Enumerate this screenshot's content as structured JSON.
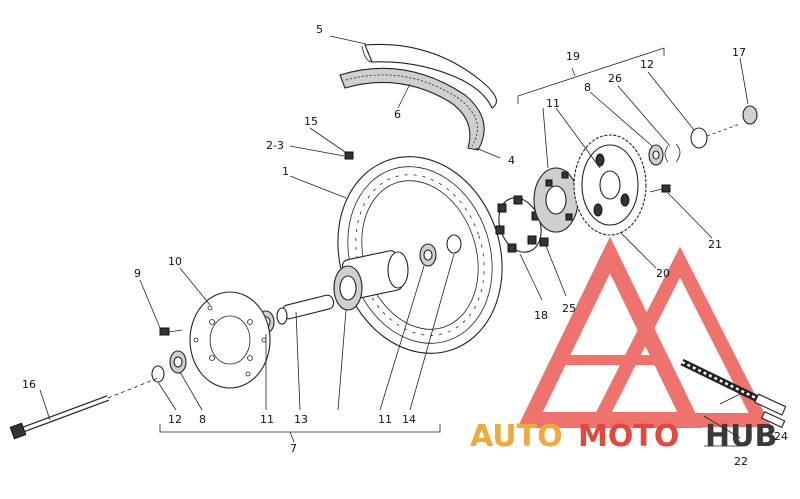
{
  "callouts": {
    "n1": "1",
    "n2_3": "2-3",
    "n4": "4",
    "n5": "5",
    "n6": "6",
    "n7": "7",
    "n8a": "8",
    "n8b": "8",
    "n9": "9",
    "n10": "10",
    "n11a": "11",
    "n11b": "11",
    "n11c": "11",
    "n12a": "12",
    "n12b": "12",
    "n13": "13",
    "n14": "14",
    "n15": "15",
    "n16": "16",
    "n17": "17",
    "n18": "18",
    "n19": "19",
    "n20": "20",
    "n21": "21",
    "n22": "22",
    "n24": "24",
    "n25": "25",
    "n26": "26"
  },
  "watermark": {
    "auto": "AUTO",
    "moto": "MOTO",
    "hub": "HUB",
    "color_auto": "#f2a93b",
    "color_moto": "#e8453c",
    "color_hub": "#3a3a3a",
    "logo_color": "#e8453c"
  }
}
